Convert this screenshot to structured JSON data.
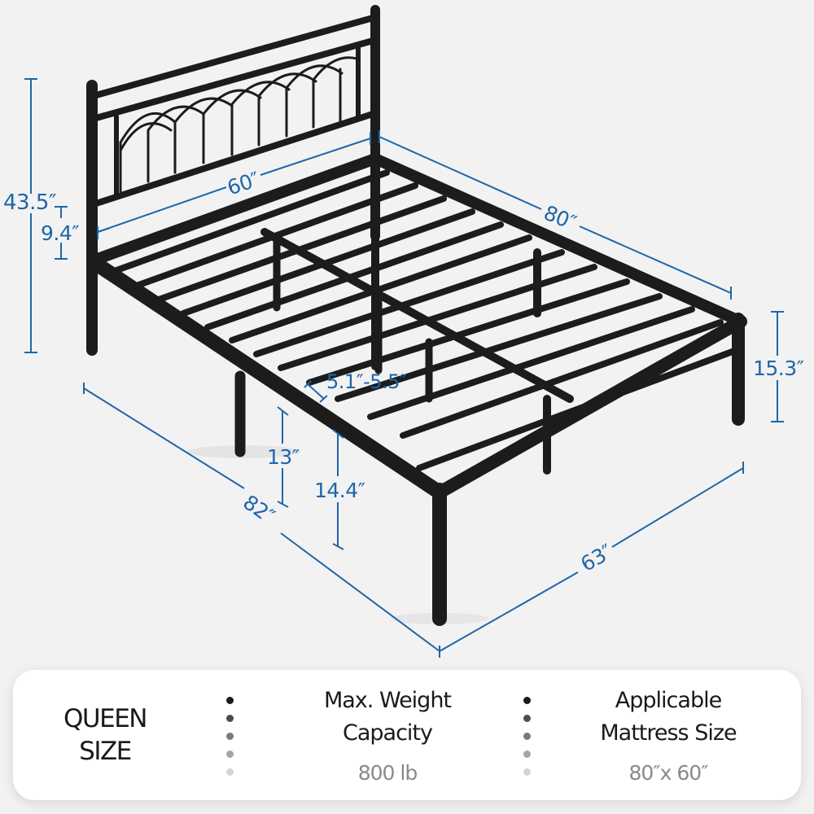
{
  "colors": {
    "background": "#f2f2f2",
    "dimension_line": "#1f66a8",
    "frame_metal": "#1c1c1c",
    "card_background": "#ffffff",
    "value_text": "#8a8a8a",
    "bullet_gradient": [
      "#1a1a1a",
      "#4d4d4d",
      "#7a7a7a",
      "#a5a5a5",
      "#d4d4d4"
    ]
  },
  "product": {
    "subject": "metal platform bed frame with arched headboard"
  },
  "dimensions": {
    "total_height": "43.5″",
    "headboard_gap": "9.4″",
    "headboard_width": "60″",
    "frame_length": "80″",
    "footboard_height": "15.3″",
    "slat_spacing": "5.1″-5.5″",
    "underbed_clearance": "13″",
    "platform_height": "14.4″",
    "overall_length": "82″",
    "overall_width": "63″"
  },
  "spec_card": {
    "size_line1": "QUEEN",
    "size_line2": "SIZE",
    "weight": {
      "title_line1": "Max. Weight",
      "title_line2": "Capacity",
      "value": "800 lb"
    },
    "mattress": {
      "title_line1": "Applicable",
      "title_line2": "Mattress Size",
      "value": "80″x 60″"
    }
  }
}
